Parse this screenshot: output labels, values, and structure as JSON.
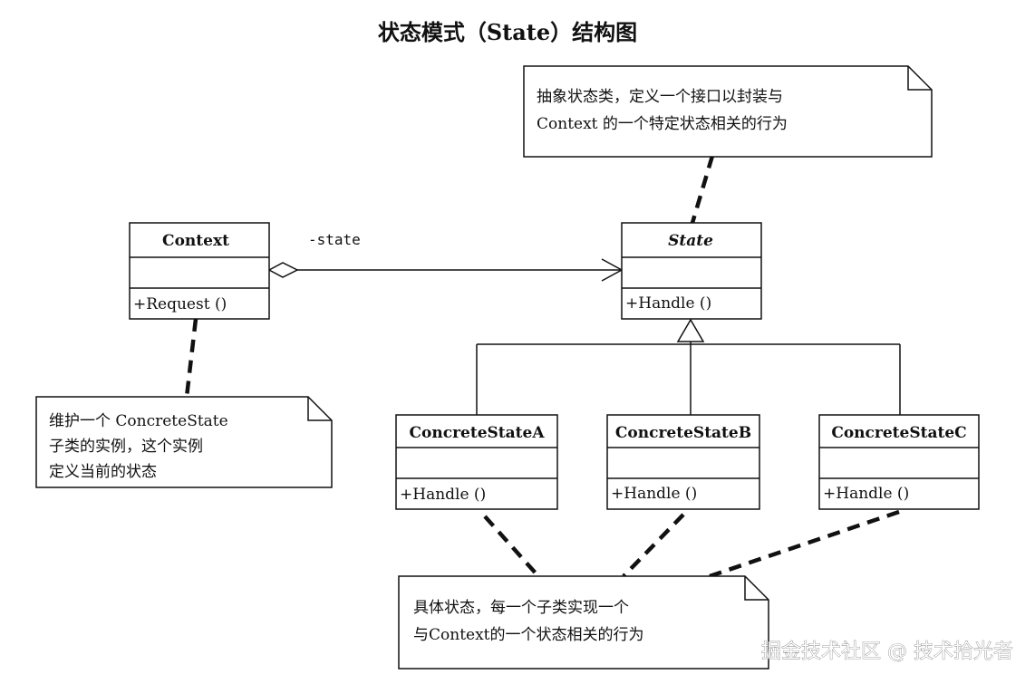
{
  "title": "状态模式（State）结构图",
  "classes": {
    "context": {
      "name": "Context",
      "operation": "+Request ()"
    },
    "state": {
      "name": "State",
      "operation": "+Handle ()"
    },
    "concrete_a": {
      "name": "ConcreteStateA",
      "operation": "+Handle ()"
    },
    "concrete_b": {
      "name": "ConcreteStateB",
      "operation": "+Handle ()"
    },
    "concrete_c": {
      "name": "ConcreteStateC",
      "operation": "+Handle ()"
    }
  },
  "association": {
    "role": "-state"
  },
  "notes": {
    "state_note": {
      "lines": [
        "抽象状态类，定义一个接口以封装与",
        "Context 的一个特定状态相关的行为"
      ]
    },
    "context_note": {
      "lines": [
        "维护一个 ConcreteState",
        "子类的实例，这个实例",
        "定义当前的状态"
      ]
    },
    "concrete_note": {
      "lines": [
        "具体状态，每一个子类实现一个",
        "与Context的一个状态相关的行为"
      ]
    }
  },
  "watermark": "掘金技术社区 @ 技术拾光者"
}
